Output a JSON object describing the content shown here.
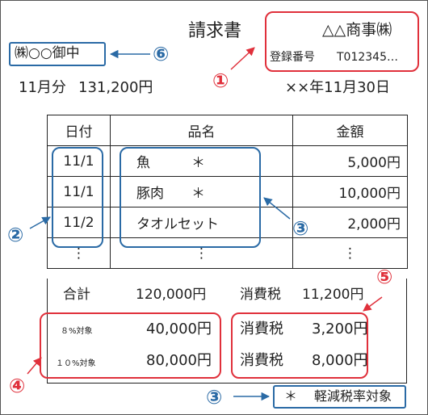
{
  "title": "請求書",
  "issuer": {
    "company": "△△商事㈱",
    "reg_label": "登録番号",
    "reg_number": "T012345…"
  },
  "recipient": "㈱○○御中",
  "month": "11月分",
  "month_total": "131,200円",
  "date": "××年11月30日",
  "table": {
    "headers": [
      "日付",
      "品名",
      "金額"
    ],
    "rows": [
      {
        "date": "11/1",
        "item": "魚",
        "mark": "＊",
        "amount": "5,000円"
      },
      {
        "date": "11/1",
        "item": "豚肉",
        "mark": "＊",
        "amount": "10,000円"
      },
      {
        "date": "11/2",
        "item": "タオルセット",
        "mark": "",
        "amount": "2,000円"
      }
    ],
    "ellipsis": "⋮"
  },
  "totals": {
    "total_label": "合計",
    "total_value": "120,000円",
    "tax_label": "消費税",
    "tax_value": "11,200円",
    "rate8_label": "８%対象",
    "rate8_value": "40,000円",
    "rate10_label": "１０%対象",
    "rate10_value": "80,000円",
    "tax8_label": "消費税",
    "tax8_value": "3,200円",
    "tax10_label": "消費税",
    "tax10_value": "8,000円"
  },
  "note": {
    "mark": "＊",
    "text": "軽減税率対象"
  },
  "callouts": [
    "①",
    "②",
    "③",
    "③",
    "④",
    "⑤",
    "⑥"
  ],
  "colors": {
    "red": "#e0303b",
    "blue": "#2a6aa5"
  }
}
